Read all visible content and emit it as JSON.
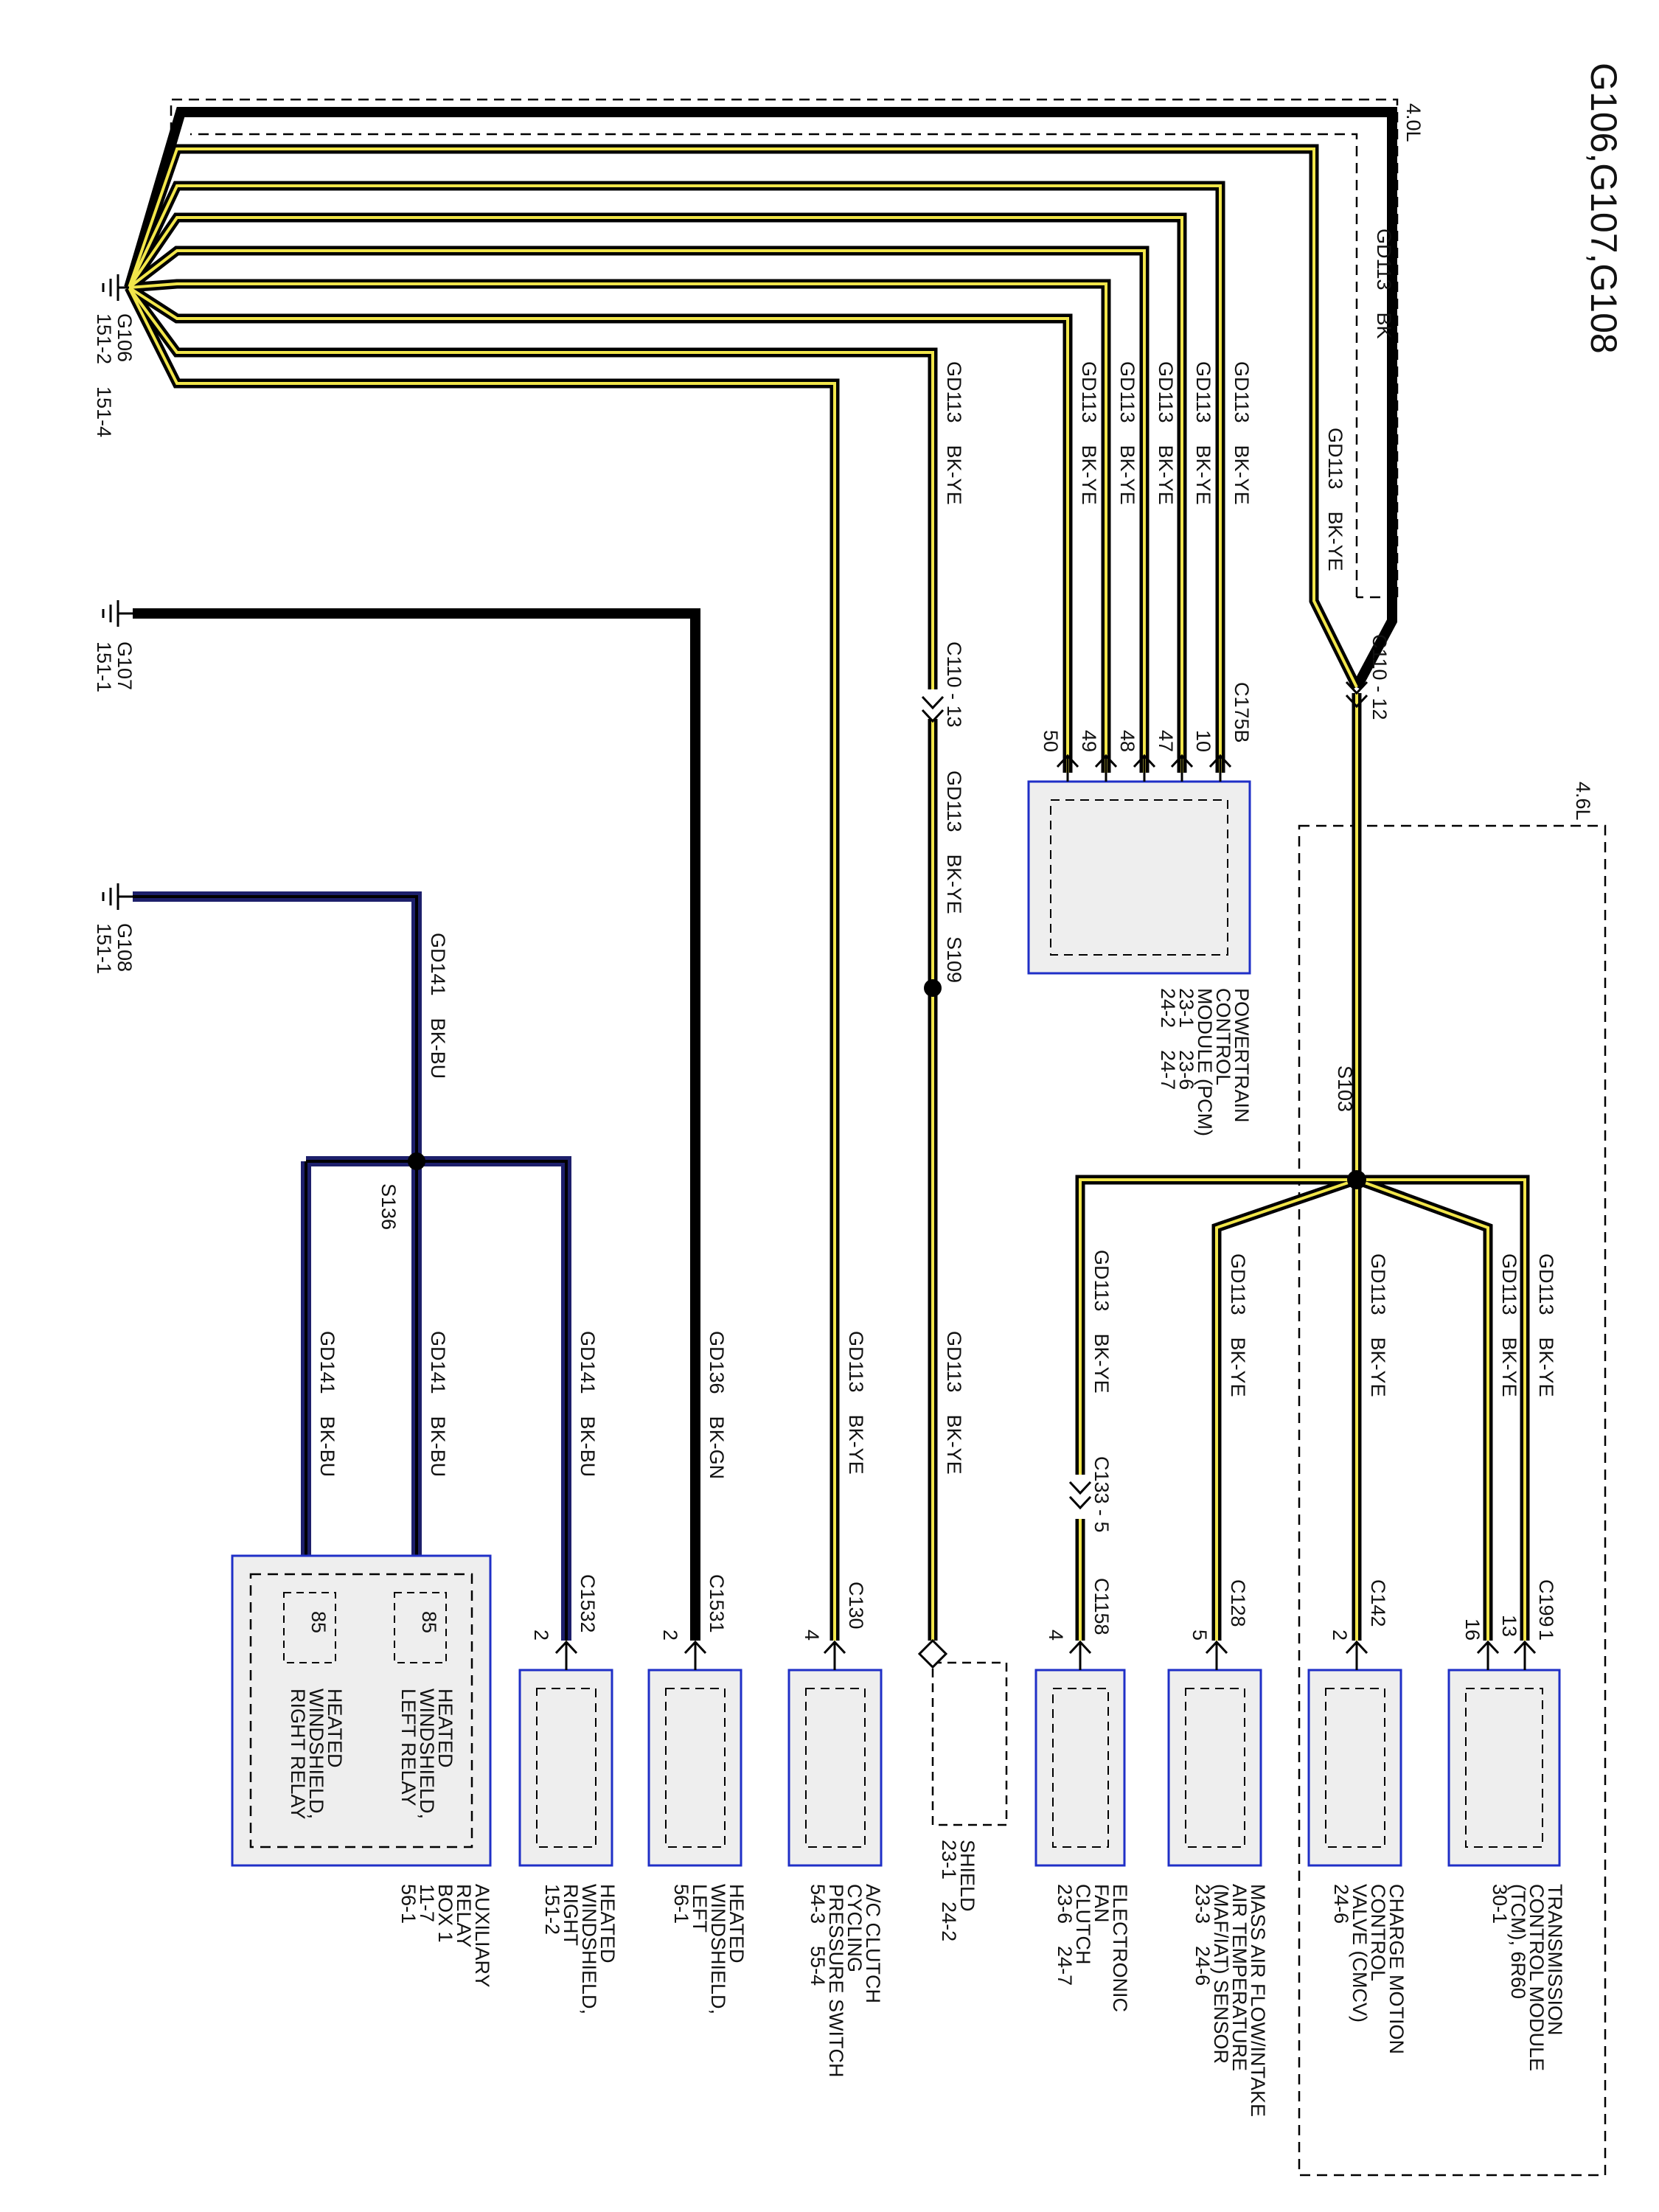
{
  "title": "G106,G107,G108",
  "engine_variants": {
    "v40": "4.0L",
    "v46": "4.6L"
  },
  "colors": {
    "black_wire": "#000000",
    "yellow_tracer": "#f1e54a",
    "blue_wire": "#1d1f6b",
    "module_fill": "#eeeeee",
    "module_border": "#1f2fc7"
  },
  "grounds": {
    "g106": {
      "name": "G106",
      "refs": "151-2    151-4"
    },
    "g107": {
      "name": "G107",
      "refs": "151-1"
    },
    "g108": {
      "name": "G108",
      "refs": "151-1"
    }
  },
  "wire_labels": {
    "bk": "GD113    BK",
    "bkye": "GD113    BK-YE",
    "bkgn": "GD136    BK-GN",
    "bkbu": "GD141    BK-BU"
  },
  "connectors": {
    "c110_12": "C110 - 12",
    "c110_13": "C110 - 13",
    "c175b": "C175B",
    "c133": "C133 - 5",
    "c199": "C199",
    "c142": "C142",
    "c128": "C128",
    "c1158": "C1158",
    "c130": "C130",
    "c1531": "C1531",
    "c1532": "C1532"
  },
  "splices": {
    "s103": "S103",
    "s109": "S109",
    "s136": "S136"
  },
  "pcm_pins": [
    "C175B",
    "10",
    "47",
    "48",
    "49",
    "50"
  ],
  "pins": {
    "c199_a": "1",
    "c199_b": "13",
    "c199_c": "16",
    "c142": "2",
    "c128": "5",
    "c1158": "4",
    "c130": "4",
    "c1531": "2",
    "c1532": "2",
    "relay_left": "85",
    "relay_right": "85"
  },
  "modules": {
    "pcm": [
      "POWERTRAIN",
      "CONTROL",
      "MODULE (PCM)",
      "23-1    23-6",
      "24-2    24-7"
    ],
    "tcm": [
      "TRANSMISSION",
      "CONTROL MODULE",
      "(TCM), 6R60",
      "30-1"
    ],
    "cmcv": [
      "CHARGE MOTION",
      "CONTROL",
      "VALVE (CMCV)",
      "24-6"
    ],
    "maf": [
      "MASS AIR FLOW/INTAKE",
      "AIR TEMPERATURE",
      "(MAF/IAT) SENSOR",
      "23-3    24-6"
    ],
    "fan": [
      "ELECTRONIC",
      "FAN",
      "CLUTCH",
      "23-6    24-7"
    ],
    "shield": [
      "SHIELD",
      "23-1    24-2"
    ],
    "ac": [
      "A/C CLUTCH",
      "CYCLING",
      "PRESSURE SWITCH",
      "54-3    55-4"
    ],
    "hwl": [
      "HEATED",
      "WINDSHIELD,",
      "LEFT",
      "56-1"
    ],
    "hwr": [
      "HEATED",
      "WINDSHIELD,",
      "RIGHT",
      "151-2"
    ],
    "arb": [
      "AUXILIARY",
      "RELAY",
      "BOX 1",
      "11-7",
      "56-1"
    ],
    "relay_left": [
      "HEATED",
      "WINDSHIELD,",
      "LEFT RELAY"
    ],
    "relay_right": [
      "HEATED",
      "WINDSHIELD,",
      "RIGHT RELAY"
    ]
  }
}
